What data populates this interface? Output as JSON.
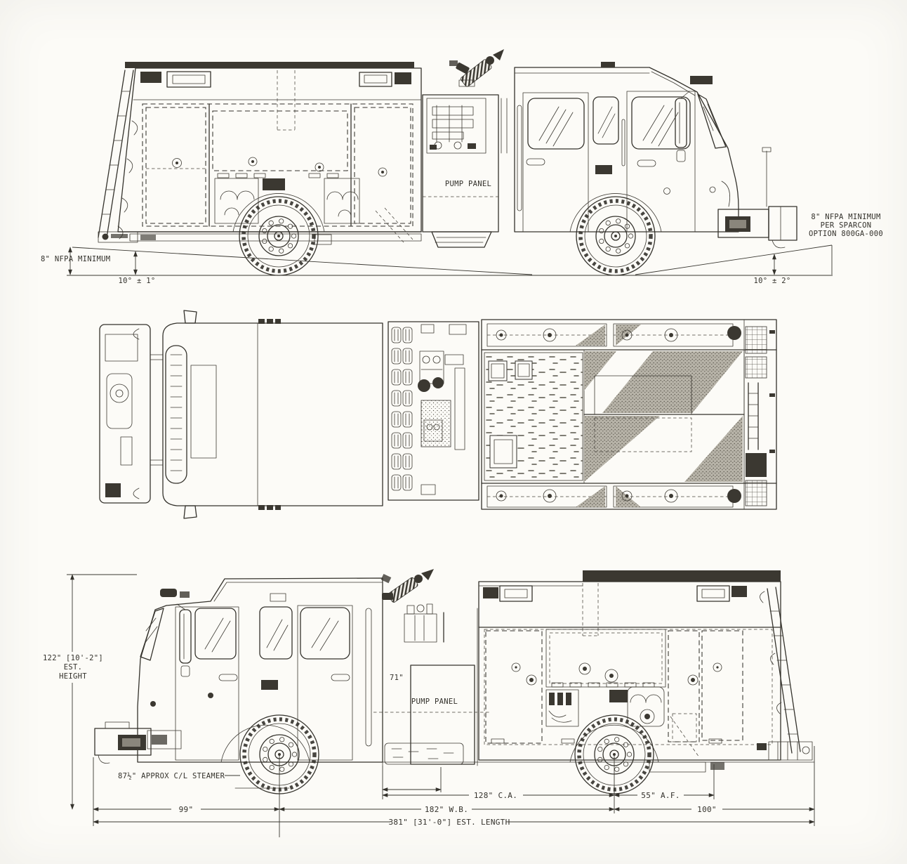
{
  "colors": {
    "paper": "#fcfbf7",
    "ink": "#34322c",
    "shade": "#b7b3a8"
  },
  "views": {
    "side_right": {
      "pump_panel_label": "PUMP PANEL",
      "ground_clearance_note": "8\" NFPA MINIMUM",
      "approach_angle": "10° ± 1°",
      "departure_angle": "10° ± 2°",
      "bumper_note": [
        "8\" NFPA MINIMUM",
        "PER SPARCON",
        "OPTION 800GA-000"
      ]
    },
    "plan": {},
    "side_left": {
      "pump_panel_label": "PUMP PANEL",
      "dims": {
        "overall_height": [
          "122\" [10'-2\"]",
          "EST.",
          "HEIGHT"
        ],
        "steamer": "87½\" APPROX C/L STEAMER",
        "pump_module": "71\"",
        "front_overhang": "99\"",
        "wheelbase": "182\" W.B.",
        "cab_to_axle": "128\" C.A.",
        "after_frame": "55\" A.F.",
        "rear_overhang": "100\"",
        "overall_length": "381\" [31'-0\"] EST. LENGTH"
      }
    }
  }
}
